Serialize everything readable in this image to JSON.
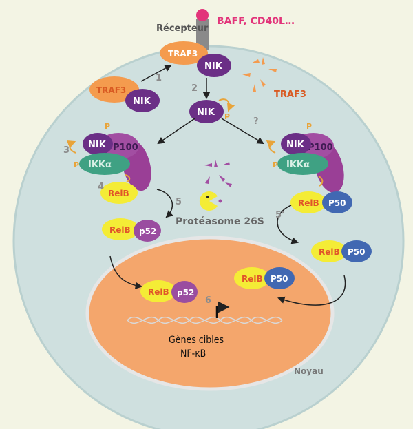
{
  "receptor_label": "Récepteur",
  "ligand_label": "BAFF, CD40L…",
  "proteins": {
    "traf3": "TRAF3",
    "nik": "NIK",
    "p100": "P100",
    "ikka": "IKKα",
    "relb": "RelB",
    "p50": "P50",
    "p52": "p52",
    "phospho": "P"
  },
  "traf3_degraded_label": "TRAF3",
  "proteasome_label": "Protéasome 26S",
  "nucleus_label": "Noyau",
  "target_genes_line1": "Gènes cibles",
  "target_genes_line2": "NF-κB",
  "steps": {
    "s1": "1",
    "s2": "2",
    "s3": "3",
    "s4": "4",
    "s5": "5",
    "s5p": "5’",
    "s6": "6",
    "question": "?"
  },
  "colors": {
    "background": "#f3f4e4",
    "cell": "#cfe0df",
    "cell_border": "#b9d0cf",
    "nucleus": "#f4a66c",
    "traf3": "#f49b4e",
    "traf3_text": "#d95a22",
    "nik": "#6b2f86",
    "p100": "#a24ea2",
    "ikka": "#3fa183",
    "relb": "#f4ec36",
    "relb_text": "#e0542a",
    "p50": "#4168b2",
    "p52": "#9a4da0",
    "ligand": "#e2347a",
    "step_number": "#8c8c8c",
    "phospho": "#e8a43a"
  }
}
